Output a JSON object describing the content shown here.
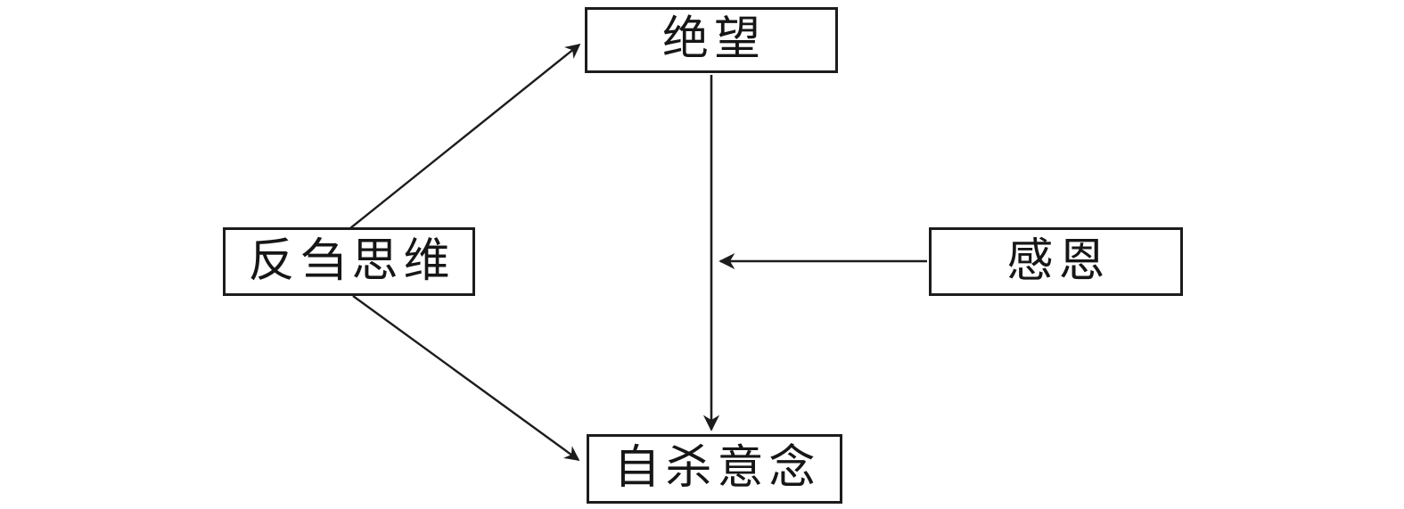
{
  "diagram": {
    "type": "path-model",
    "background_color": "#ffffff",
    "line_color": "#1c1c1c",
    "text_color": "#161616",
    "nodes": {
      "despair": {
        "label": "绝望",
        "position": "top-center"
      },
      "rumination": {
        "label": "反刍思维",
        "position": "middle-left"
      },
      "gratitude": {
        "label": "感恩",
        "position": "middle-right"
      },
      "suicidal_ideation": {
        "label": "自杀意念",
        "position": "bottom-center"
      }
    },
    "edges": [
      {
        "from": "反刍思维",
        "to": "绝望",
        "direction": "single-arrow"
      },
      {
        "from": "反刍思维",
        "to": "自杀意念",
        "direction": "single-arrow"
      },
      {
        "from": "绝望",
        "to": "自杀意念",
        "direction": "single-arrow"
      },
      {
        "from": "感恩",
        "to": "绝望→自杀意念 path",
        "direction": "single-arrow",
        "role": "moderation"
      }
    ]
  }
}
